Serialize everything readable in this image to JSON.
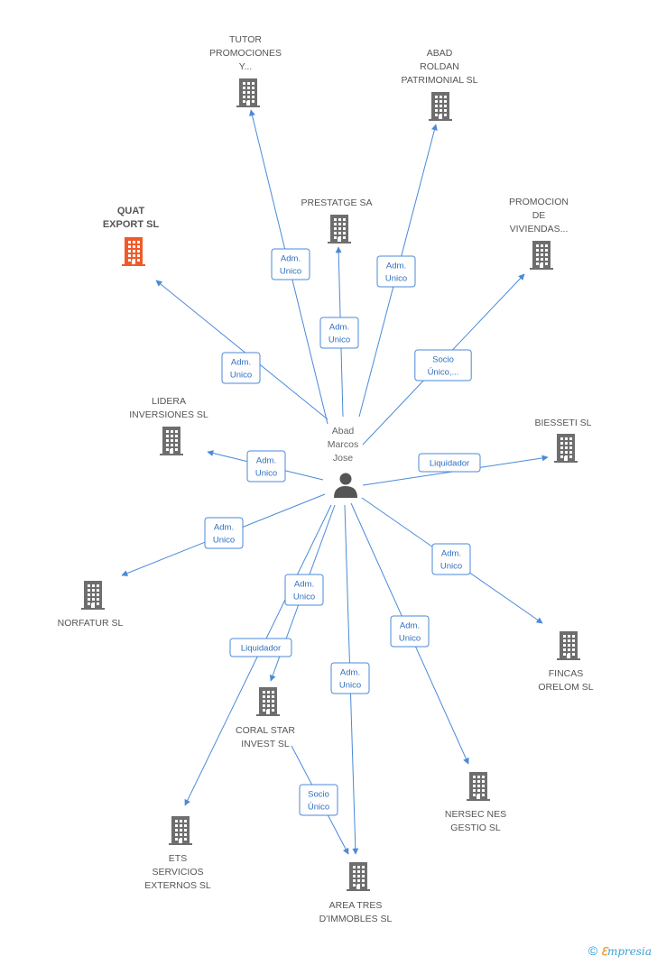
{
  "person": {
    "lines": [
      "Abad",
      "Marcos",
      "Jose"
    ],
    "icon": "person-icon"
  },
  "companies": [
    {
      "id": "tutor",
      "lines": [
        "TUTOR",
        "PROMOCIONES",
        "Y..."
      ],
      "icon": "building-icon",
      "color": "#6e6e6e"
    },
    {
      "id": "abad-roldan",
      "lines": [
        "ABAD",
        "ROLDAN",
        "PATRIMONIAL SL"
      ],
      "icon": "building-icon",
      "color": "#6e6e6e"
    },
    {
      "id": "prestatge",
      "lines": [
        "PRESTATGE SA"
      ],
      "icon": "building-icon",
      "color": "#6e6e6e"
    },
    {
      "id": "promocion",
      "lines": [
        "PROMOCION",
        "DE",
        "VIVIENDAS..."
      ],
      "icon": "building-icon",
      "color": "#6e6e6e"
    },
    {
      "id": "quat",
      "lines": [
        "QUAT",
        "EXPORT SL"
      ],
      "icon": "building-icon",
      "color": "#f05a2a",
      "focus": true
    },
    {
      "id": "lidera",
      "lines": [
        "LIDERA",
        "INVERSIONES SL"
      ],
      "icon": "building-icon",
      "color": "#6e6e6e"
    },
    {
      "id": "biesseti",
      "lines": [
        "BIESSETI SL"
      ],
      "icon": "building-icon",
      "color": "#6e6e6e"
    },
    {
      "id": "norfatur",
      "lines": [
        "NORFATUR SL"
      ],
      "icon": "building-icon",
      "color": "#6e6e6e"
    },
    {
      "id": "fincas",
      "lines": [
        "FINCAS",
        "ORELOM SL"
      ],
      "icon": "building-icon",
      "color": "#6e6e6e"
    },
    {
      "id": "coral",
      "lines": [
        "CORAL STAR",
        "INVEST SL"
      ],
      "icon": "building-icon",
      "color": "#6e6e6e"
    },
    {
      "id": "nersec",
      "lines": [
        "NERSEC NES",
        "GESTIO SL"
      ],
      "icon": "building-icon",
      "color": "#6e6e6e"
    },
    {
      "id": "ets",
      "lines": [
        "ETS",
        "SERVICIOS",
        "EXTERNOS SL"
      ],
      "icon": "building-icon",
      "color": "#6e6e6e"
    },
    {
      "id": "area",
      "lines": [
        "AREA TRES",
        "D'IMMOBLES SL"
      ],
      "icon": "building-icon",
      "color": "#6e6e6e"
    }
  ],
  "relations": [
    {
      "from": "person",
      "to": "tutor",
      "lines": [
        "Adm.",
        "Unico"
      ]
    },
    {
      "from": "person",
      "to": "abad-roldan",
      "lines": [
        "Adm.",
        "Unico"
      ]
    },
    {
      "from": "person",
      "to": "prestatge",
      "lines": [
        "Adm.",
        "Unico"
      ]
    },
    {
      "from": "person",
      "to": "promocion",
      "lines": [
        "Socio",
        "Único,..."
      ]
    },
    {
      "from": "person",
      "to": "quat",
      "lines": [
        "Adm.",
        "Unico"
      ]
    },
    {
      "from": "person",
      "to": "lidera",
      "lines": [
        "Adm.",
        "Unico"
      ]
    },
    {
      "from": "person",
      "to": "biesseti",
      "lines": [
        "Liquidador"
      ]
    },
    {
      "from": "person",
      "to": "norfatur",
      "lines": [
        "Adm.",
        "Unico"
      ]
    },
    {
      "from": "person",
      "to": "fincas",
      "lines": [
        "Adm.",
        "Unico"
      ]
    },
    {
      "from": "person",
      "to": "coral",
      "lines": [
        "Adm.",
        "Unico"
      ]
    },
    {
      "from": "person",
      "to": "ets",
      "lines": [
        "Liquidador"
      ]
    },
    {
      "from": "person",
      "to": "area",
      "lines": [
        "Adm.",
        "Unico"
      ]
    },
    {
      "from": "person",
      "to": "nersec",
      "lines": [
        "Adm.",
        "Unico"
      ]
    },
    {
      "from": "coral",
      "to": "area",
      "lines": [
        "Socio",
        "Único"
      ]
    }
  ],
  "footer": {
    "copyright": "©",
    "brand_first": "ℇ",
    "brand_rest": "mpresia"
  },
  "colors": {
    "edge": "#4a8ad8",
    "node": "#6e6e6e",
    "focus": "#f05a2a"
  }
}
